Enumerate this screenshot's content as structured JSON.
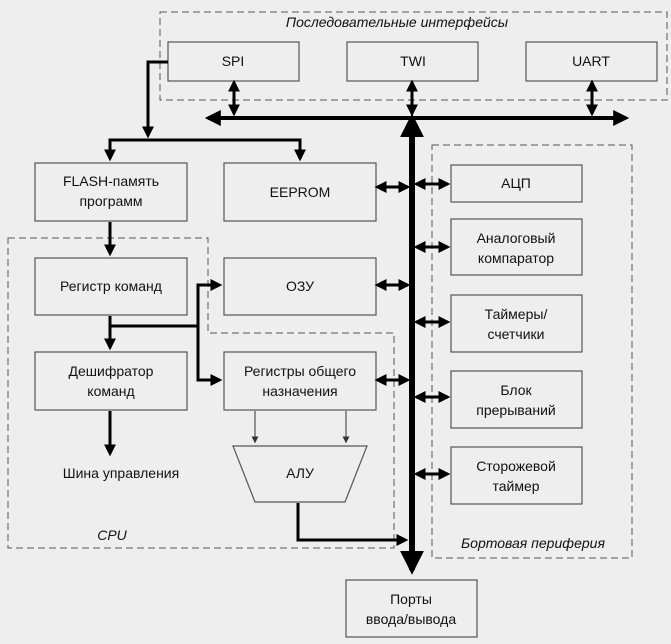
{
  "groups": {
    "serial_interfaces": "Последовательные интерфейсы",
    "cpu": "CPU",
    "onboard_peripherals": "Бортовая периферия"
  },
  "blocks": {
    "spi": "SPI",
    "twi": "TWI",
    "uart": "UART",
    "flash": [
      "FLASH-память",
      "программ"
    ],
    "eeprom": "EEPROM",
    "instr_register": "Регистр команд",
    "ram": "ОЗУ",
    "decoder": [
      "Дешифратор",
      "команд"
    ],
    "gp_registers": [
      "Регистры общего",
      "назначения"
    ],
    "alu": "АЛУ",
    "control_bus": "Шина управления",
    "io_ports": [
      "Порты",
      "ввода/вывода"
    ],
    "adc": "АЦП",
    "comparator": [
      "Аналоговый",
      "компаратор"
    ],
    "timers": [
      "Таймеры/",
      "счетчики"
    ],
    "interrupts": [
      "Блок",
      "прерываний"
    ],
    "watchdog": [
      "Сторожевой",
      "таймер"
    ]
  },
  "colors": {
    "background": "#eeeeee",
    "box_border": "#555555",
    "bus": "#000000"
  }
}
